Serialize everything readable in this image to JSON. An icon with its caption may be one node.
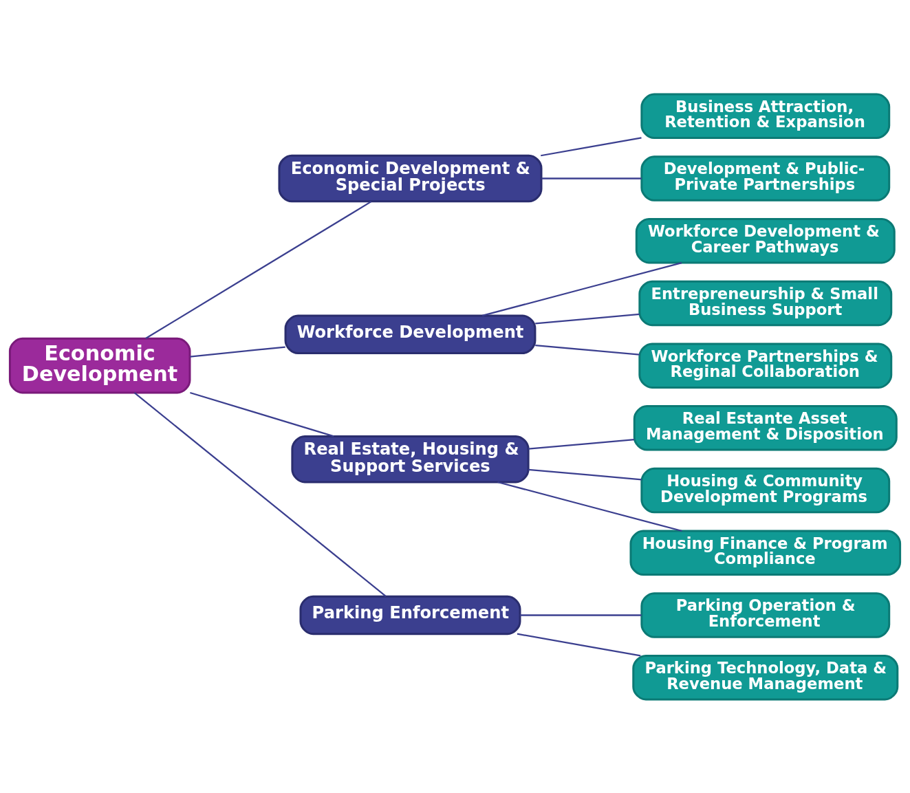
{
  "diagram": {
    "nodes": [
      {
        "text": [
          "Economic Development"
        ]
      },
      {
        "text": [
          "Economic Development & Special Projects"
        ]
      },
      {
        "text": [
          "Business Attraction, Retention & Expansion"
        ]
      },
      {
        "text": [
          "Development & Public-Private Partnerships"
        ]
      },
      {
        "text": [
          "Workforce Development"
        ]
      },
      {
        "text": [
          "Workforce Development & Career Pathways"
        ]
      },
      {
        "text": [
          "Entrepreneurship & Small Business Support"
        ]
      },
      {
        "text": [
          "Workforce Partnerships & Reginal Collaboration"
        ]
      },
      {
        "text": [
          "Real Estate, Housing & Support Services"
        ]
      },
      {
        "text": [
          "Real Estante Asset Management & Disposition"
        ]
      },
      {
        "text": [
          "Housing & Community Development Programs"
        ]
      },
      {
        "text": [
          "Housing Finance & Program Compliance"
        ]
      },
      {
        "text": [
          "Parking Enforcement"
        ]
      },
      {
        "text": [
          "Parking Operation & Enforcement"
        ]
      },
      {
        "text": [
          "Parking Technology, Data & Revenue Management"
        ]
      }
    ],
    "edges": [
      {
        "from": 0,
        "to": 1,
        "arrow": "none"
      },
      {
        "from": 0,
        "to": 4,
        "arrow": "none"
      },
      {
        "from": 0,
        "to": 8,
        "arrow": "none"
      },
      {
        "from": 0,
        "to": 12,
        "arrow": "none"
      },
      {
        "from": 1,
        "to": 2,
        "arrow": "none"
      },
      {
        "from": 1,
        "to": 3,
        "arrow": "none"
      },
      {
        "from": 4,
        "to": 5,
        "arrow": "none"
      },
      {
        "from": 4,
        "to": 6,
        "arrow": "none"
      },
      {
        "from": 4,
        "to": 7,
        "arrow": "none"
      },
      {
        "from": 8,
        "to": 9,
        "arrow": "none"
      },
      {
        "from": 8,
        "to": 10,
        "arrow": "none"
      },
      {
        "from": 8,
        "to": 11,
        "arrow": "none"
      },
      {
        "from": 12,
        "to": 13,
        "arrow": "none"
      },
      {
        "from": 12,
        "to": 14,
        "arrow": "none"
      }
    ]
  }
}
